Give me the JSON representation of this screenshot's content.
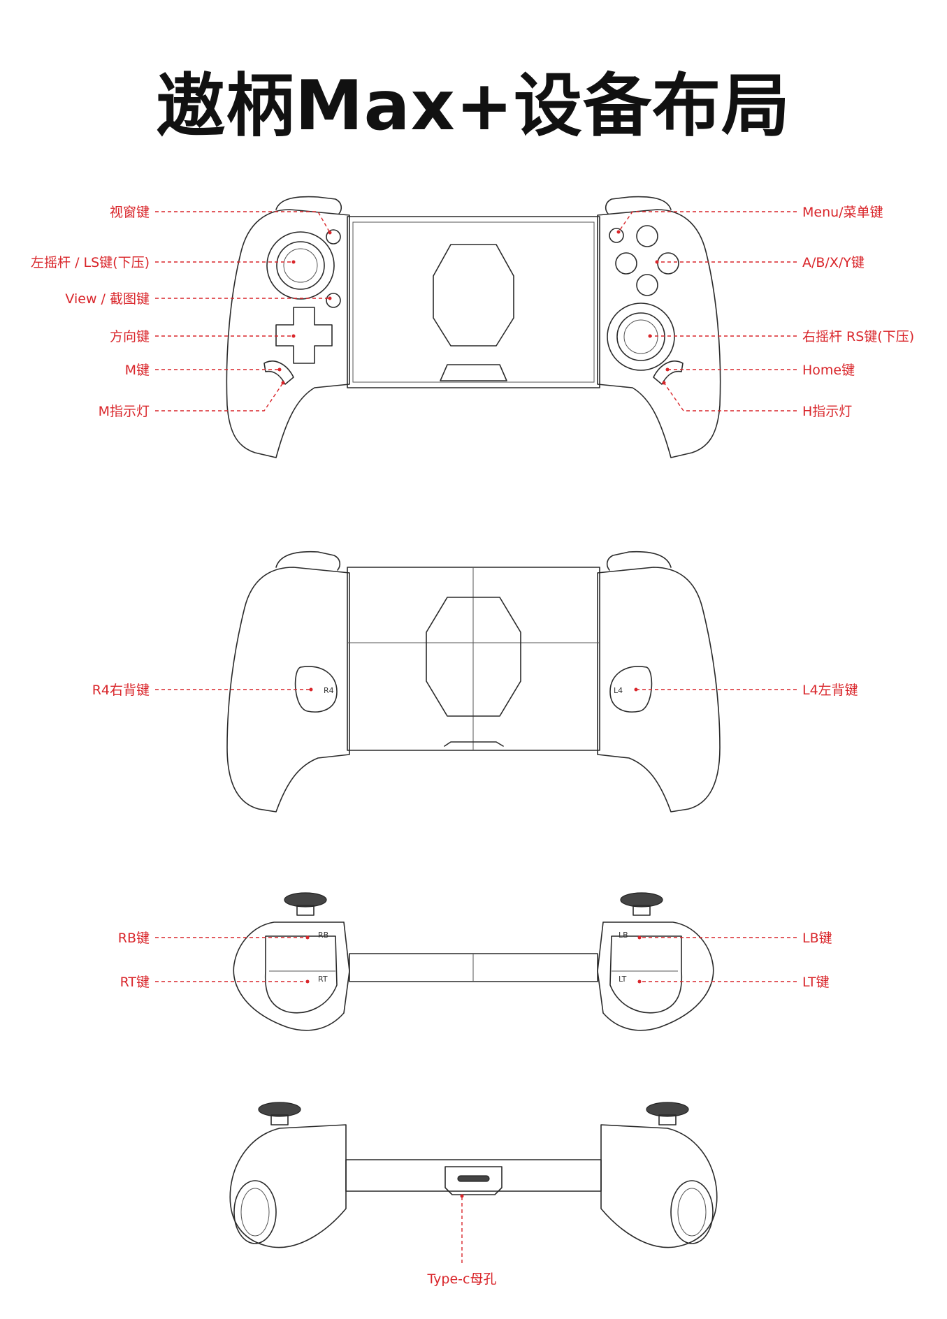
{
  "title": "遨柄Max+设备布局",
  "views": {
    "front": {
      "left_labels": [
        "视窗键",
        "左摇杆 / LS键(下压)",
        "View / 截图键",
        "方向键",
        "M键",
        "M指示灯"
      ],
      "right_labels": [
        "Menu/菜单键",
        "A/B/X/Y键",
        "右摇杆 RS键(下压)",
        "Home键",
        "H指示灯"
      ]
    },
    "back": {
      "left_labels": [
        "R4右背键"
      ],
      "right_labels": [
        "L4左背键"
      ],
      "paddle_tags": [
        "R4",
        "L4"
      ]
    },
    "top": {
      "left_labels": [
        "RB键",
        "RT键"
      ],
      "right_labels": [
        "LB键",
        "LT键"
      ],
      "trigger_tags": [
        "RB",
        "RT",
        "LB",
        "LT"
      ]
    },
    "bottom": {
      "center_labels": [
        "Type-c母孔"
      ]
    }
  },
  "colors": {
    "label": "#d9252a",
    "line": "#2a2a2a"
  }
}
